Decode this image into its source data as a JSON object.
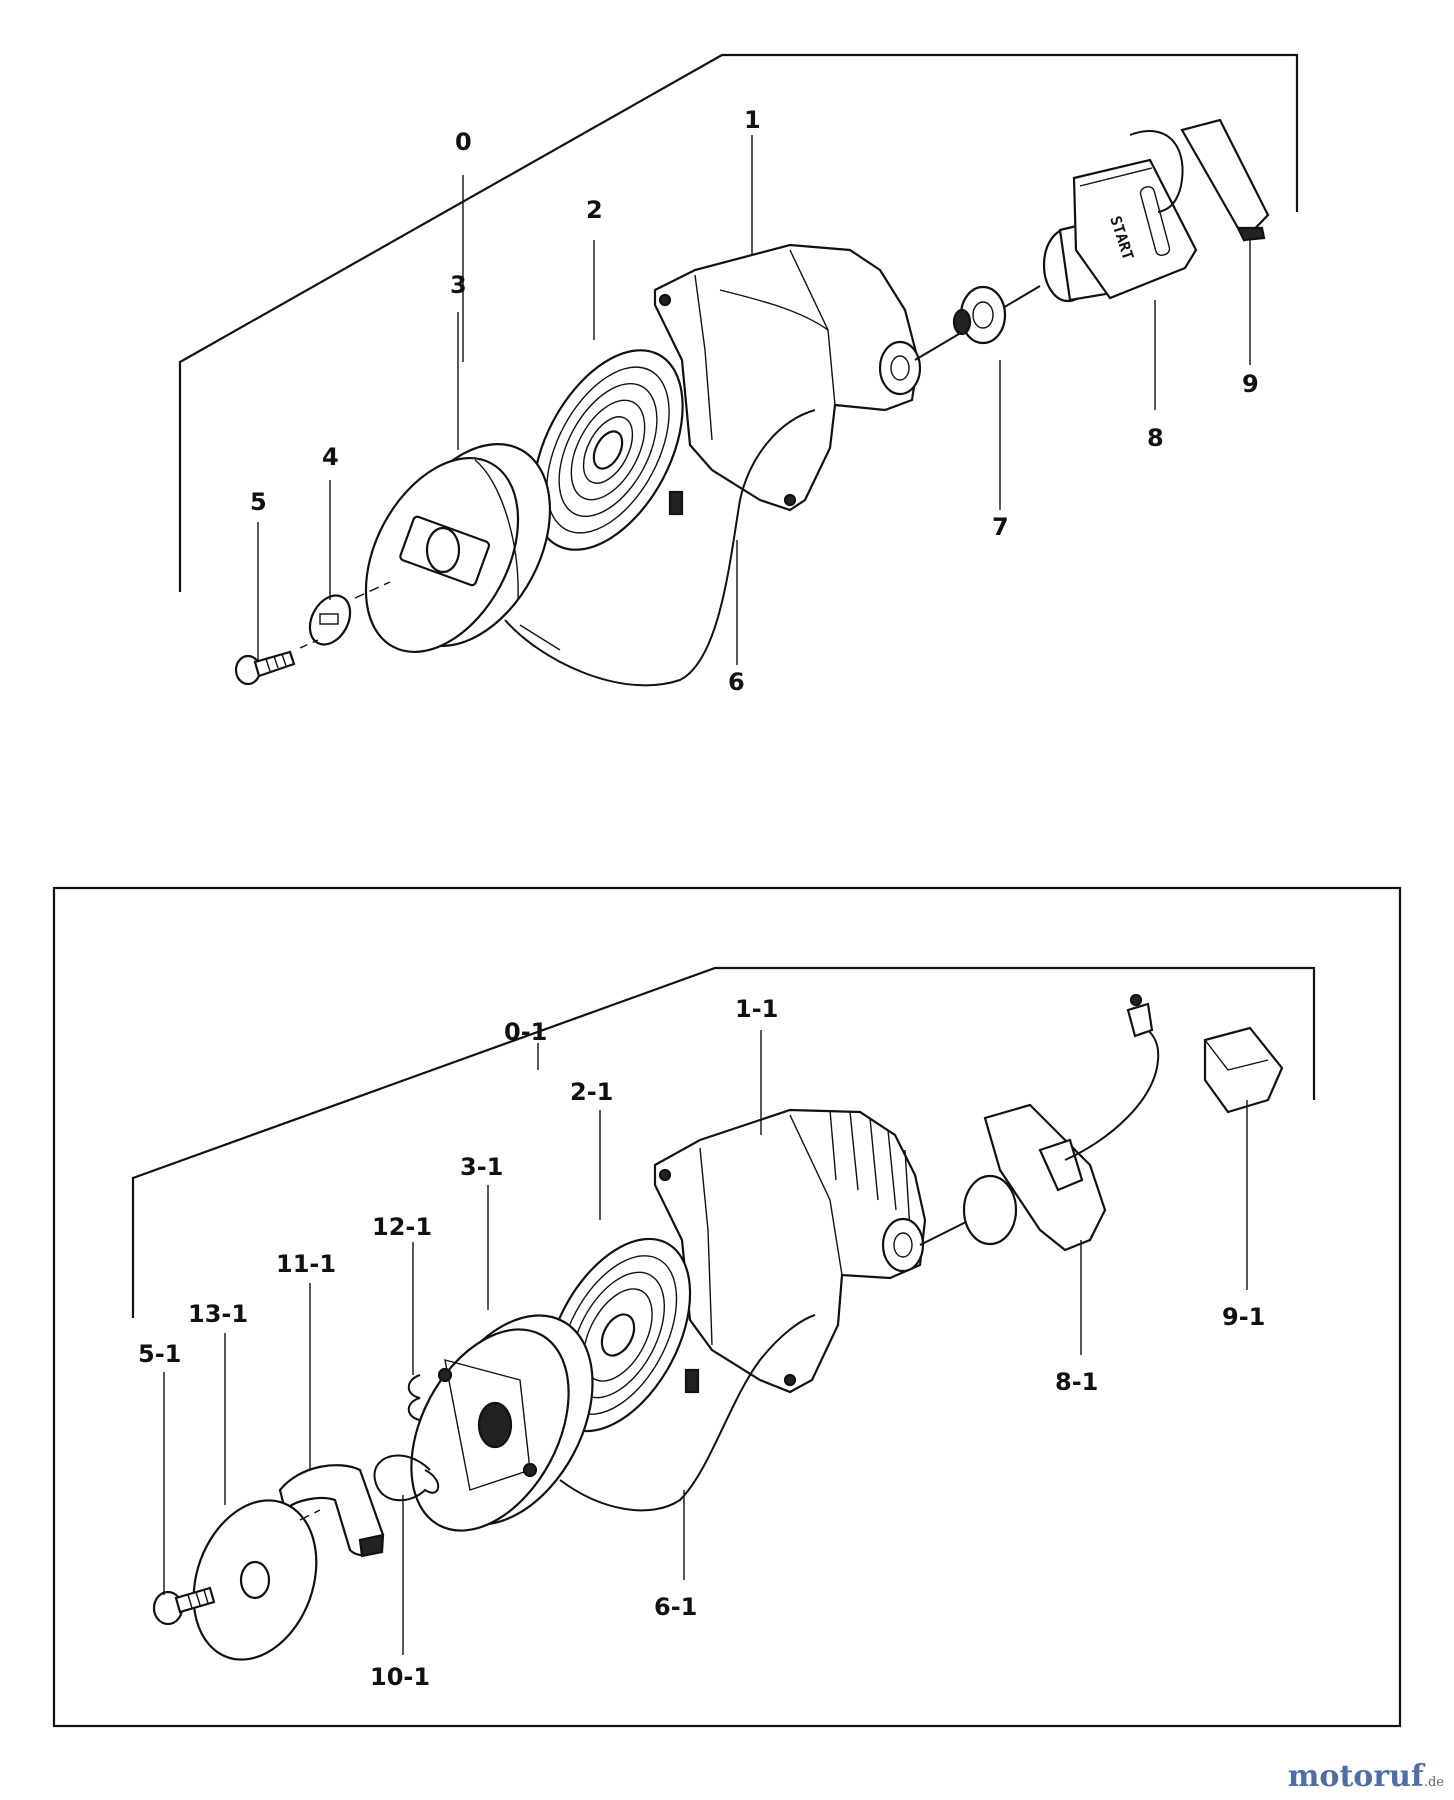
{
  "diagram": {
    "top_assembly": {
      "labels": [
        "0",
        "1",
        "2",
        "3",
        "4",
        "5",
        "6",
        "7",
        "8",
        "9"
      ],
      "handle_text": "START"
    },
    "bottom_assembly": {
      "labels": [
        "0-1",
        "1-1",
        "2-1",
        "3-1",
        "5-1",
        "6-1",
        "8-1",
        "9-1",
        "10-1",
        "11-1",
        "12-1",
        "13-1"
      ]
    }
  },
  "watermark": {
    "brand_main": "motoruf",
    "brand_suffix": ".de"
  }
}
